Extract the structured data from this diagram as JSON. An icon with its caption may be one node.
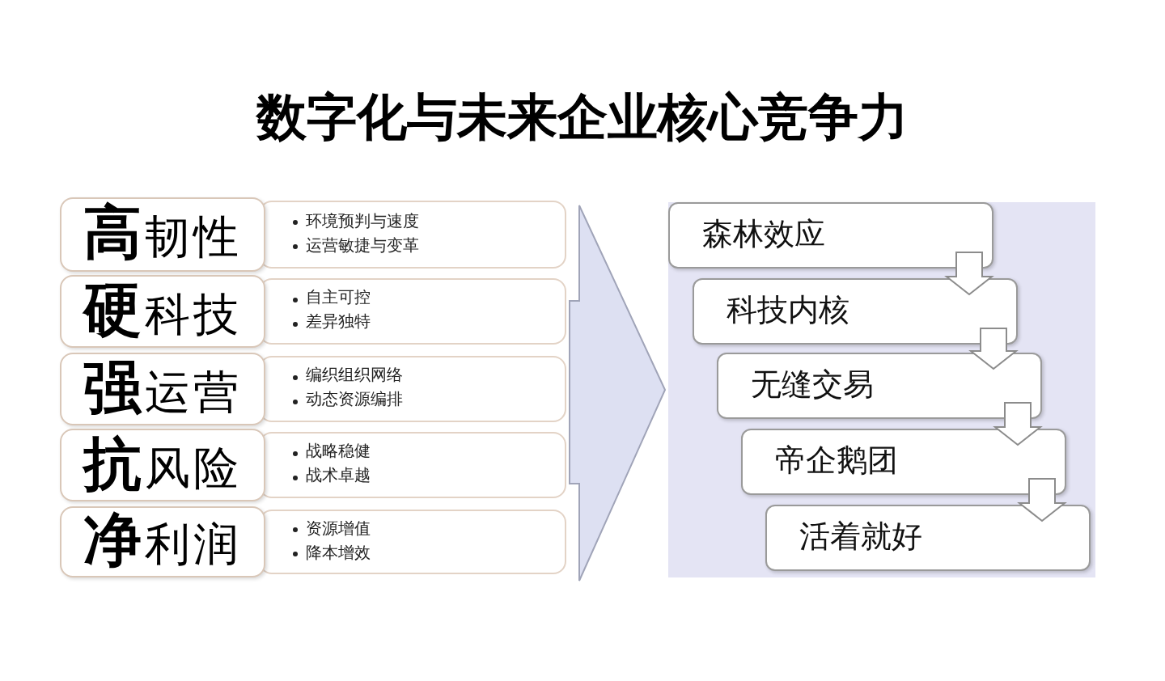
{
  "diagram": {
    "title": "数字化与未来企业核心竞争力",
    "nodes": [
      {
        "text": [
          "**高**韧性"
        ]
      },
      {
        "text": [
          "**硬**科技"
        ]
      },
      {
        "text": [
          "**强**运营"
        ]
      },
      {
        "text": [
          "**抗**风险"
        ]
      },
      {
        "text": [
          "**净**利润"
        ]
      },
      {
        "text": [
          "环境预判与速度",
          "运营敏捷与变革"
        ]
      },
      {
        "text": [
          "自主可控",
          "差异独特"
        ]
      },
      {
        "text": [
          "编织组织网络",
          "动态资源编排"
        ]
      },
      {
        "text": [
          "战略稳健",
          "战术卓越"
        ]
      },
      {
        "text": [
          "资源增值",
          "降本增效"
        ]
      },
      {
        "text": [],
        "shape": "box"
      },
      {
        "text": [
          "森林效应"
        ],
        "in": 10
      },
      {
        "text": [
          "科技内核"
        ],
        "in": 10
      },
      {
        "text": [
          "无缝交易"
        ],
        "in": 10
      },
      {
        "text": [
          "帝企鹅团"
        ],
        "in": 10
      },
      {
        "text": [
          "活着就好"
        ],
        "in": 10
      }
    ],
    "edges": [
      {
        "from": null,
        "to": 10,
        "arrow": "to"
      },
      {
        "from": 11,
        "to": 12,
        "arrow": "to"
      },
      {
        "from": 12,
        "to": 13,
        "arrow": "to"
      },
      {
        "from": 13,
        "to": 14,
        "arrow": "to"
      },
      {
        "from": 14,
        "to": 15,
        "arrow": "to"
      }
    ]
  }
}
